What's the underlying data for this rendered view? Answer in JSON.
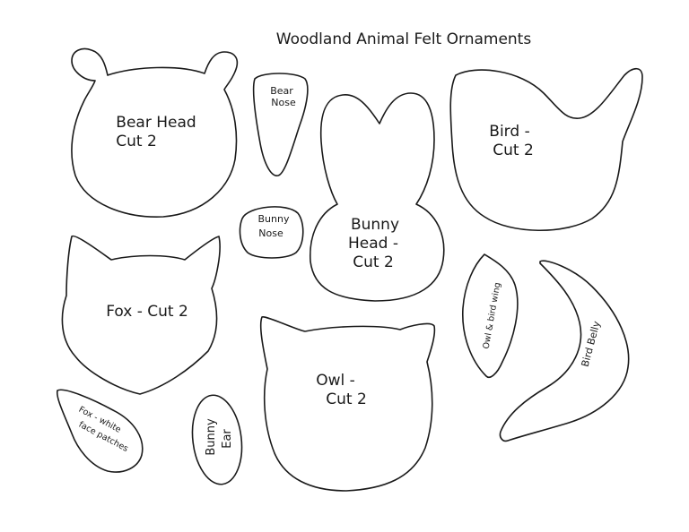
{
  "title": "Woodland Animal Felt Ornaments",
  "pieces": {
    "bear_head": [
      "Bear Head",
      "Cut 2"
    ],
    "bear_nose": [
      "Bear",
      "Nose"
    ],
    "bunny_head": [
      "Bunny",
      "Head -",
      "Cut 2"
    ],
    "bunny_nose": [
      "Bunny",
      "Nose"
    ],
    "bird": [
      "Bird -",
      "Cut 2"
    ],
    "fox": "Fox - Cut 2",
    "owl": [
      "Owl -",
      "Cut 2"
    ],
    "wing": "Owl & bird wing",
    "belly": "Bird Belly",
    "fox_patches": [
      "Fox - white",
      "face patches"
    ],
    "bunny_ear": [
      "Bunny",
      "Ear"
    ]
  },
  "colors": {
    "stroke": "#1a1a1a",
    "fill": "#ffffff",
    "paper": "#ffffff"
  }
}
